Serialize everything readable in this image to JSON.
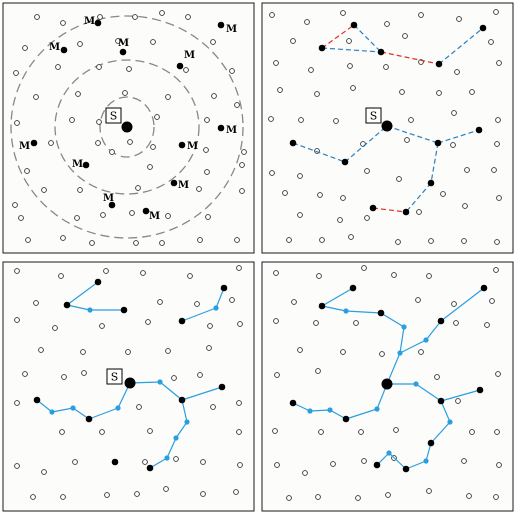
{
  "panels": [
    {
      "id": "A",
      "node_label": "M",
      "source_label": "S"
    },
    {
      "id": "B",
      "source_label": "S"
    },
    {
      "id": "C",
      "source_label": "S"
    },
    {
      "id": "D"
    }
  ],
  "colors": {
    "nearest_link": "#2a7fc0",
    "rejected_link": "#e03030",
    "accepted_link": "#2a9fe0",
    "filled_node": "#000000",
    "relay_node": "#2a9fe0"
  }
}
